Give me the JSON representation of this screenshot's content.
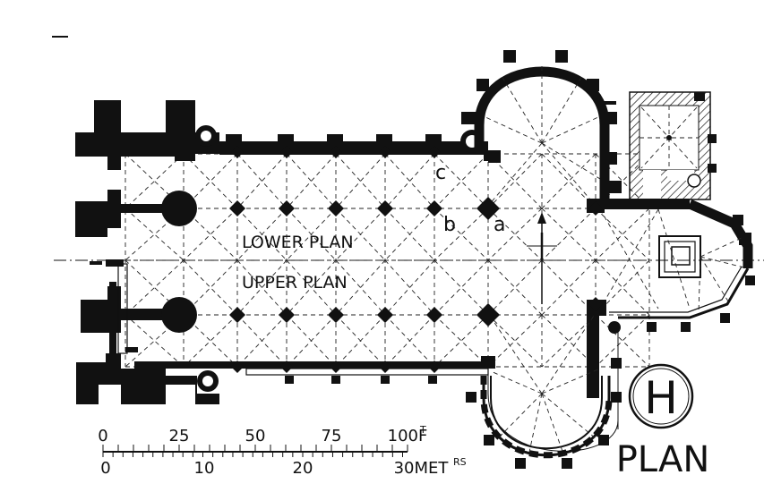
{
  "labels": {
    "lower_plan": "LOWER PLAN",
    "upper_plan": "UPPER PLAN",
    "a": "a",
    "b": "b",
    "c": "c"
  },
  "badge": {
    "letter": "H",
    "caption": "PLAN"
  },
  "scale_feet": {
    "ticks": [
      "0",
      "25",
      "50",
      "75",
      "100F"
    ],
    "unit_suffix": "T"
  },
  "scale_meters": {
    "ticks": [
      "0",
      "10",
      "20",
      "30MET"
    ],
    "unit_suffix": "RS"
  },
  "colors": {
    "ink": "#111111",
    "paper": "#ffffff"
  }
}
